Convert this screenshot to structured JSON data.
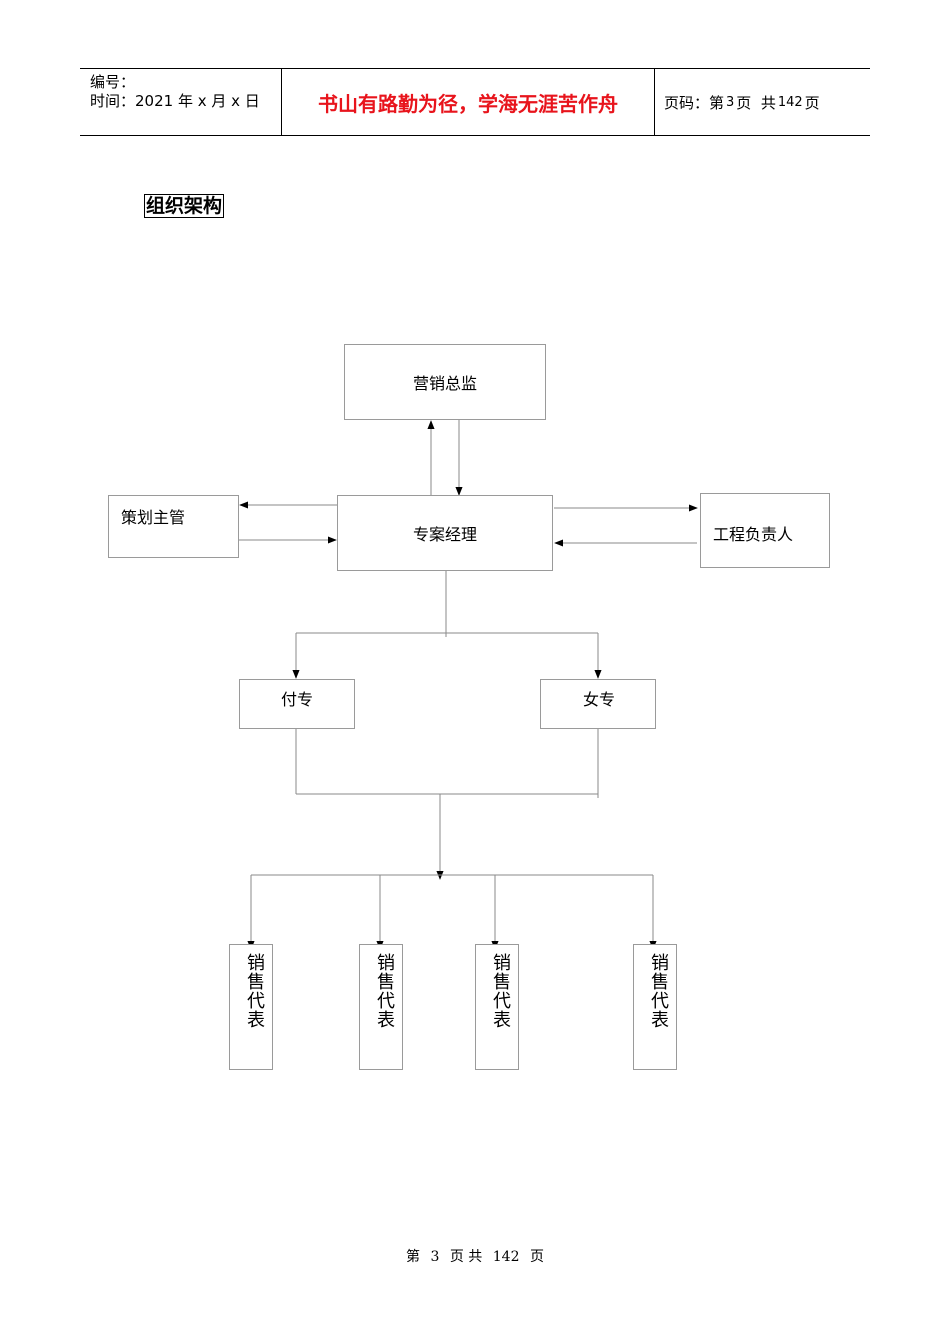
{
  "header": {
    "number_label": "编号：",
    "time_label": "时间：2021 年 x 月 x 日",
    "motto": "书山有路勤为径，学海无涯苦作舟",
    "page_label_prefix": "页码：第",
    "page_current": "3",
    "page_label_mid": "页  共",
    "page_total": "142",
    "page_label_suffix": "页"
  },
  "section": {
    "title": "组织架构"
  },
  "org_chart": {
    "director": "营销总监",
    "manager": "专案经理",
    "planning": "策划主管",
    "engineering": "工程负责人",
    "assistant_left": "付专",
    "assistant_right": "女专",
    "sales": [
      "销售代表",
      "销售代表",
      "销售代表",
      "销售代表"
    ]
  },
  "footer": {
    "prefix": "第",
    "current": "3",
    "mid": "页 共",
    "total": "142",
    "suffix": "页"
  }
}
